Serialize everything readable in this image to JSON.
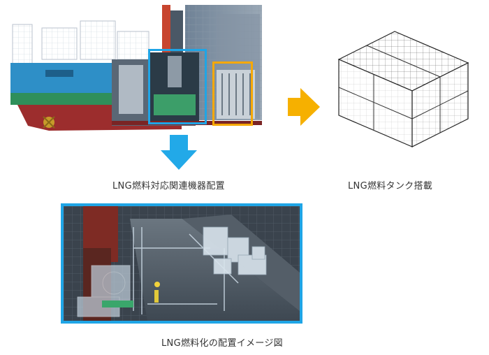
{
  "labels": {
    "equipment": "LNG燃料対応関連機器配置",
    "tank": "LNG燃料タンク搭載",
    "layout": "LNG燃料化の配置イメージ図"
  },
  "colors": {
    "blue_frame": "#1fa5e6",
    "orange_frame": "#f6a800",
    "arrow_down": "#22a9e8",
    "arrow_right": "#f6b000",
    "hull_blue": "#2e8fc7",
    "hull_green": "#2f8f5a",
    "hull_red": "#9c2d2d"
  },
  "icons": {
    "down_arrow": "arrow-down-icon",
    "right_arrow": "arrow-right-icon"
  }
}
